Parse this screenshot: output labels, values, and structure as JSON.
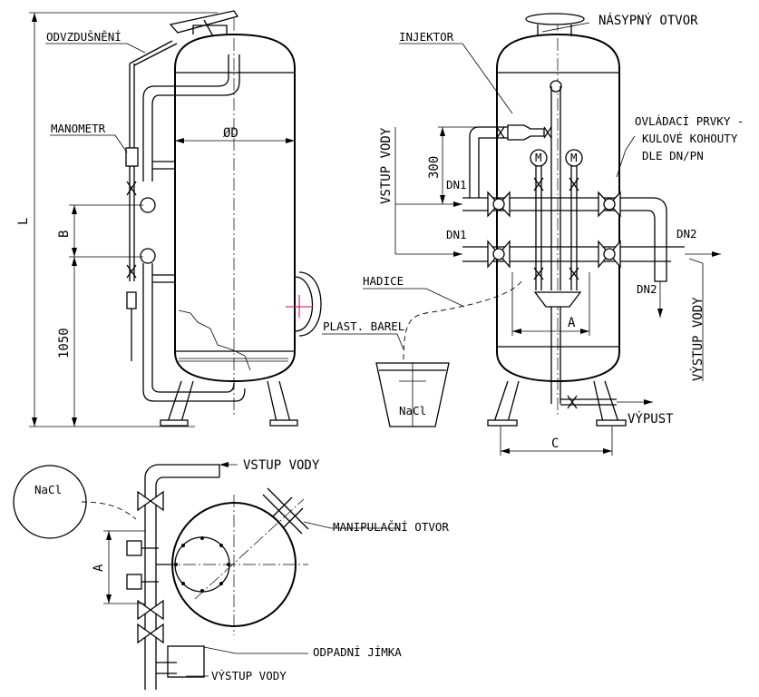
{
  "labels": {
    "odvzdusneni": "ODVZDUŠNĚNÍ",
    "manometr": "MANOMETR",
    "diameter": "ØD",
    "L": "L",
    "B": "B",
    "h1050": "1050",
    "nasypny_otvor": "NÁSYPNÝ OTVOR",
    "injektor": "INJEKTOR",
    "vstup_vody_vertical": "VSTUP VODY",
    "h300": "300",
    "dn1_upper": "DN1",
    "dn1_lower": "DN1",
    "ovladaci_1": "OVLÁDACÍ PRVKY -",
    "ovladaci_2": "KULOVÉ KOHOUTY",
    "ovladaci_3": "DLE DN/PN",
    "dn2_right": "DN2",
    "dn2_down": "DN2",
    "vystup_vody_vertical": "VÝSTUP VODY",
    "hadice": "HADICE",
    "plast_barel": "PLAST. BAREL",
    "nacl_barel": "NaCl",
    "A_front": "A",
    "vypust": "VÝPUST",
    "C": "C",
    "M1": "M",
    "M2": "M",
    "nacl_circle": "NaCl",
    "vstup_vody_plan": "VSTUP VODY",
    "manipulacni_otvor": "MANIPULAČNÍ OTVOR",
    "A_plan": "A",
    "odpadni_jimka": "ODPADNÍ JÍMKA",
    "vystup_vody_plan": "VÝSTUP VODY"
  },
  "colors": {
    "line": "#000000",
    "background": "#ffffff",
    "marker": "#cc0066"
  }
}
